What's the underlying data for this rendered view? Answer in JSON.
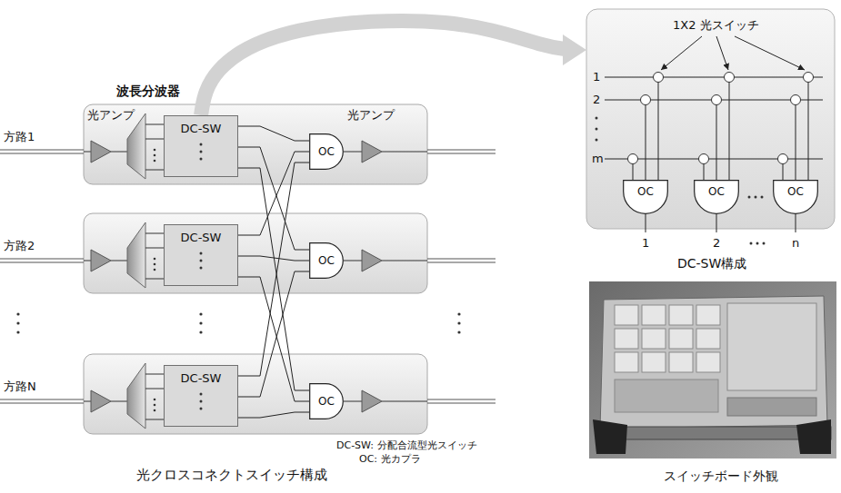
{
  "diagram": {
    "nodes": [
      {
        "text": [
          "光アンプ",
          "波長分波器",
          "光アンプ"
        ]
      },
      {
        "text": [
          "DC-SW"
        ],
        "in": 0
      },
      {
        "text": [
          "OC"
        ],
        "in": 0
      },
      {
        "text": [
          "DC-SW"
        ]
      },
      {
        "text": [
          "OC"
        ]
      },
      {
        "text": [
          "DC-SW"
        ]
      },
      {
        "text": [
          "OC"
        ]
      },
      {
        "text": [
          "1X2 光スイッチ"
        ]
      },
      {
        "text": [
          "OC"
        ],
        "in": 7
      },
      {
        "text": [
          "OC"
        ],
        "in": 7
      },
      {
        "text": [
          "OC"
        ],
        "in": 7
      }
    ],
    "edges": [
      {
        "from": 1,
        "to": 2,
        "arrow": "none"
      },
      {
        "from": 1,
        "to": 4,
        "arrow": "none"
      },
      {
        "from": 1,
        "to": 6,
        "arrow": "none"
      },
      {
        "from": 3,
        "to": 2,
        "arrow": "none"
      },
      {
        "from": 3,
        "to": 4,
        "arrow": "none"
      },
      {
        "from": 3,
        "to": 6,
        "arrow": "none"
      },
      {
        "from": 5,
        "to": 2,
        "arrow": "none"
      },
      {
        "from": 5,
        "to": 4,
        "arrow": "none"
      },
      {
        "from": 5,
        "to": 6,
        "arrow": "none"
      },
      {
        "from": 1,
        "to": 7,
        "arrow": "to"
      }
    ],
    "labels": [
      "方路1",
      "方路2",
      "方路N",
      "DC-SW: 分配合流型光スイッチ",
      "OC: 光カプラ",
      "光クロスコネクトスイッチ構成",
      "1",
      "2",
      "m",
      "1",
      "2",
      "n",
      "DC-SW構成",
      "スイッチボード外観"
    ]
  }
}
